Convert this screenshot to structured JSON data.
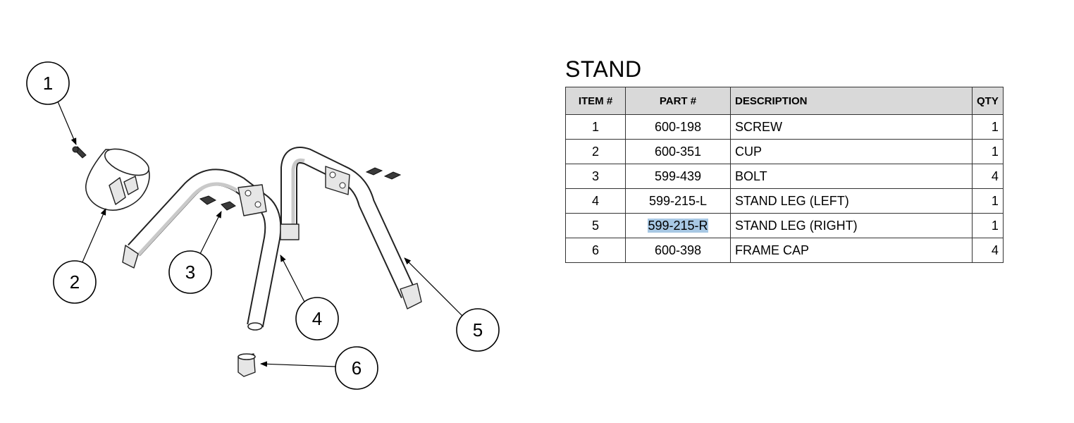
{
  "bom": {
    "title": "STAND",
    "headers": {
      "item": "ITEM #",
      "part": "PART #",
      "description": "DESCRIPTION",
      "qty": "QTY"
    },
    "rows": [
      {
        "item": "1",
        "part": "600-198",
        "description": "SCREW",
        "qty": "1",
        "highlighted": false
      },
      {
        "item": "2",
        "part": "600-351",
        "description": "CUP",
        "qty": "1",
        "highlighted": false
      },
      {
        "item": "3",
        "part": "599-439",
        "description": "BOLT",
        "qty": "4",
        "highlighted": false
      },
      {
        "item": "4",
        "part": "599-215-L",
        "description": "STAND LEG (LEFT)",
        "qty": "1",
        "highlighted": false
      },
      {
        "item": "5",
        "part": "599-215-R",
        "description": "STAND LEG (RIGHT)",
        "qty": "1",
        "highlighted": true
      },
      {
        "item": "6",
        "part": "600-398",
        "description": "FRAME CAP",
        "qty": "4",
        "highlighted": false
      }
    ],
    "highlight_color": "#a8c8e4",
    "header_bg": "#d9d9d9"
  },
  "diagram": {
    "callouts": [
      "1",
      "2",
      "3",
      "4",
      "5",
      "6"
    ]
  }
}
